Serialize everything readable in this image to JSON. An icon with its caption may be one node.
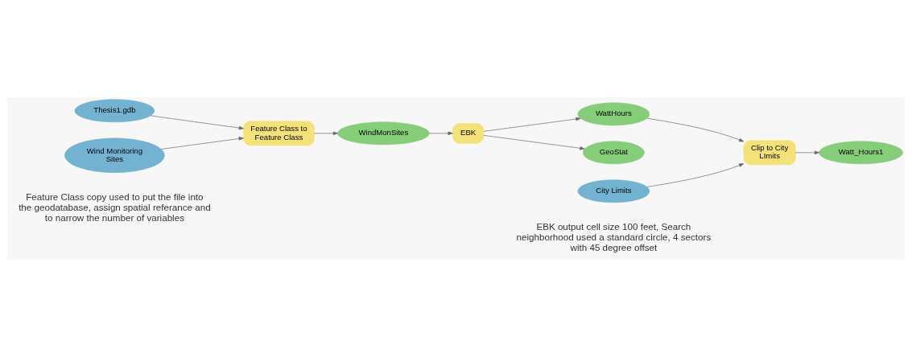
{
  "diagram": {
    "nodes": [
      {
        "text": [
          "Thesis1.gdb"
        ]
      },
      {
        "text": [
          "Feature Class to Feature Class"
        ]
      },
      {
        "text": [
          "Wind Monitoring Sites"
        ]
      },
      {
        "text": [
          "WindMonSites"
        ]
      },
      {
        "text": [
          "EBK"
        ]
      },
      {
        "text": [
          "WattHours"
        ]
      },
      {
        "text": [
          "GeoStat"
        ]
      },
      {
        "text": [
          "City Limits"
        ]
      },
      {
        "text": [
          "Clip to City LImits"
        ]
      },
      {
        "text": [
          "Watt_Hours1"
        ]
      }
    ],
    "edges": [
      {
        "from": 0,
        "to": 1,
        "arrow": "to"
      },
      {
        "from": 2,
        "to": 1,
        "arrow": "to"
      },
      {
        "from": 1,
        "to": 3,
        "arrow": "to"
      },
      {
        "from": 3,
        "to": 4,
        "arrow": "to"
      },
      {
        "from": 4,
        "to": 5,
        "arrow": "to"
      },
      {
        "from": 4,
        "to": 6,
        "arrow": "to"
      },
      {
        "from": 5,
        "to": 8,
        "arrow": "to"
      },
      {
        "from": 7,
        "to": 8,
        "arrow": "to"
      },
      {
        "from": 8,
        "to": 9,
        "arrow": "to"
      }
    ],
    "labels": [
      "Feature Class copy used to put the file into the geodatabase, assign spatial referance and to narrow the number of variables",
      "EBK output cell size 100 feet, Search neighborhood used a standard circle, 4 sectors with 45 degree offset"
    ]
  }
}
